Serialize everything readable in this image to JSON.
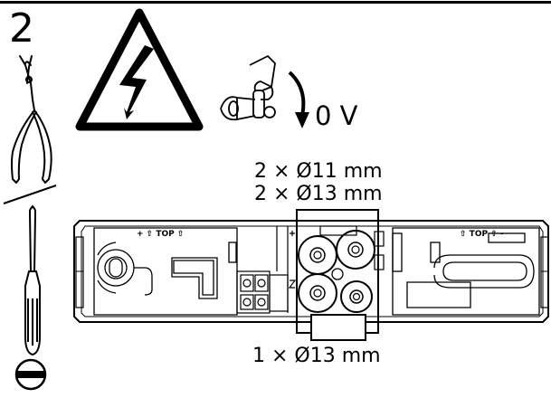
{
  "step_number": "2",
  "voltage_label": "0 V",
  "holes": {
    "top_line_1": "2 × Ø11 mm",
    "top_line_2": "2 × Ø13 mm",
    "bottom_line": "1 × Ø13 mm"
  },
  "marks": {
    "top_left": "+ ⇧ TOP ⇧",
    "top_right": "⇧ TOP ⇧ -"
  },
  "icons": [
    "pliers-icon",
    "screwdriver-icon",
    "flathead-tip-icon",
    "high-voltage-warning-icon",
    "switch-off-icon",
    "arrow-down-icon"
  ]
}
